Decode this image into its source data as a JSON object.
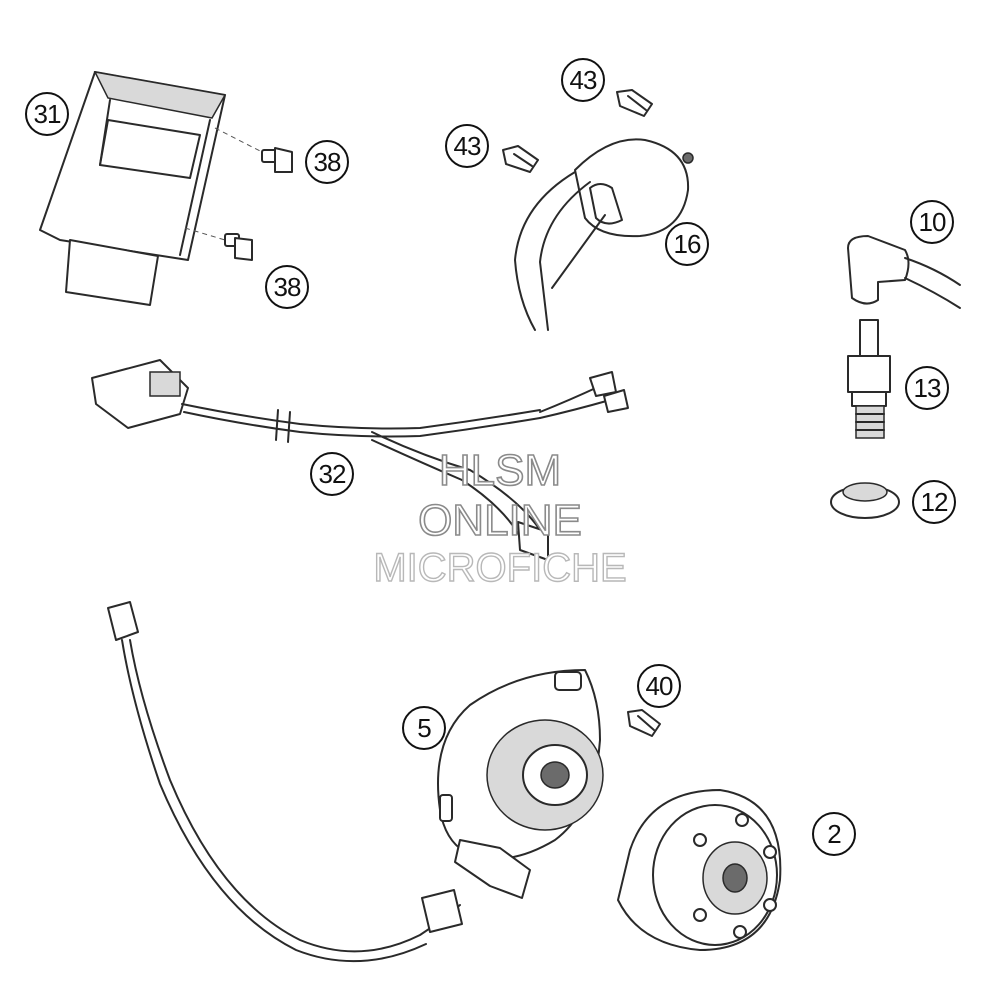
{
  "callouts": {
    "c31": "31",
    "c38a": "38",
    "c38b": "38",
    "c43a": "43",
    "c43b": "43",
    "c16": "16",
    "c10": "10",
    "c13": "13",
    "c12": "12",
    "c32": "32",
    "c40": "40",
    "c5": "5",
    "c2": "2"
  },
  "watermark": {
    "line1": "HLSM",
    "line2": "ONLINE",
    "line3": "MICROFICHE"
  }
}
